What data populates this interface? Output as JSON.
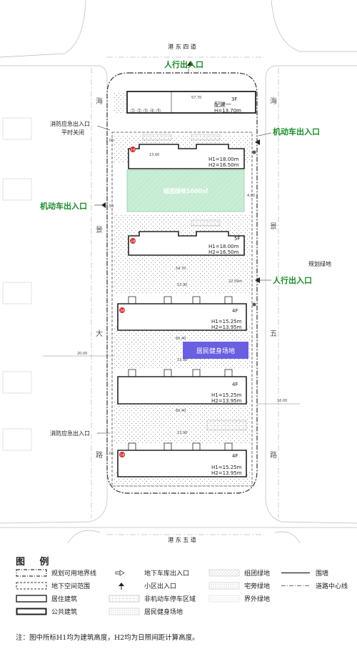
{
  "roads": {
    "top": "港 东 四 道",
    "bottom": "港 东 五 道",
    "left_chars": [
      "海",
      "景",
      "大",
      "路"
    ],
    "right_chars": [
      "海",
      "景",
      "五",
      "路"
    ]
  },
  "callouts": {
    "ped_top": "人行出入口",
    "ped_right": "人行出入口",
    "veh_right": "机动车出入口",
    "veh_left": "机动车出入口",
    "fire_top_1": "消防应急出入口",
    "fire_top_2": "平时关闭",
    "fire_bottom": "消防应急出入口",
    "green_right": "规划绿地"
  },
  "buildings": [
    {
      "id": "1#",
      "floors": "",
      "h1": "H1=18.00m",
      "h2": "H2=16.50m"
    },
    {
      "id": "2#",
      "floors": "5F",
      "h1": "H1=18.00m",
      "h2": "H2=16.50m"
    },
    {
      "id": "3#",
      "floors": "4F",
      "h1": "H1=15.25m",
      "h2": "H2=13.95m"
    },
    {
      "id": "4#",
      "floors": "4F",
      "h1": "H1=15.25m",
      "h2": "H2=13.95m"
    },
    {
      "id": "5#",
      "floors": "4F",
      "h1": "H1=15.25m",
      "h2": "H2=13.95m"
    }
  ],
  "public_building": {
    "floors": "3F",
    "name": "配建一",
    "height": "H=13.70m",
    "numbers": [
      "1",
      "2",
      "3",
      "4",
      "5"
    ],
    "width": "57.70"
  },
  "group_green": "组团绿地1000㎡",
  "fitness": "居民健身场地",
  "dimensions": {
    "d1": "13.60",
    "d2": "54.70",
    "d3": "60.40",
    "d4": "60.40",
    "d5": "20.00",
    "d6": "16.00",
    "d7": "13.90",
    "d8": "13.90",
    "d9": "13.90",
    "d10": "22.59m",
    "d11": "7.50",
    "d12": "7.00",
    "d13": "3.00",
    "d14": "4.00"
  },
  "legend": {
    "title": "图 例",
    "items": [
      {
        "key": "boundary",
        "label": "规划可用地界线"
      },
      {
        "key": "underground",
        "label": "地下空间范围"
      },
      {
        "key": "residential",
        "label": "居住建筑"
      },
      {
        "key": "public",
        "label": "公共建筑"
      },
      {
        "key": "garage",
        "label": "地下车库出入口"
      },
      {
        "key": "entrance",
        "label": "小区出入口"
      },
      {
        "key": "bike",
        "label": "非机动车停车区域"
      },
      {
        "key": "fitness",
        "label": "居民健身场地"
      },
      {
        "key": "group",
        "label": "组团绿地"
      },
      {
        "key": "yard",
        "label": "宅旁绿地"
      },
      {
        "key": "outer",
        "label": "界外绿地"
      },
      {
        "key": "wall",
        "label": "围墙"
      },
      {
        "key": "center",
        "label": "道路中心线"
      }
    ]
  },
  "note": "注：图中所标H1均为建筑高度，H2均为日照间距计算高度。",
  "colors": {
    "green_text": "#1a8a2a",
    "group_green_fill": "#c8efd6",
    "fitness_fill": "#6a5fe0",
    "marker_red": "#d23030"
  }
}
